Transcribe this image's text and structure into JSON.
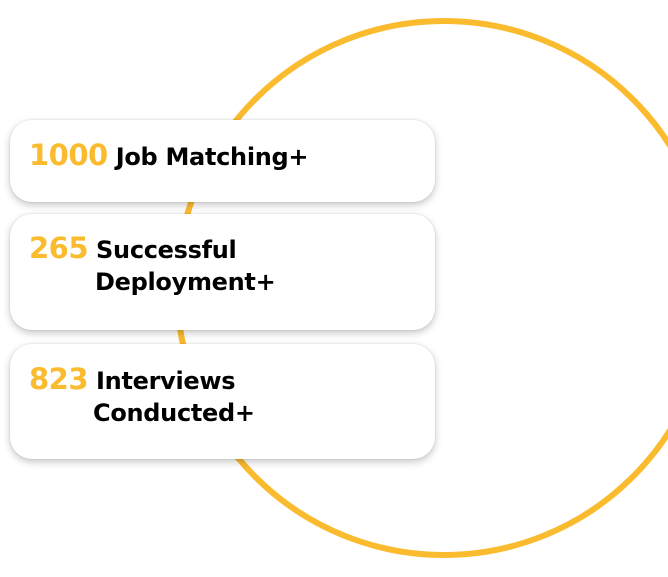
{
  "colors": {
    "accent": "#fbbb2f",
    "text": "#000000",
    "card_background": "#ffffff"
  },
  "stats": [
    {
      "number": "1000",
      "label_line_1": "Job Matching+",
      "label_line_2": ""
    },
    {
      "number": "265",
      "label_line_1": "Successful",
      "label_line_2": "Deployment+"
    },
    {
      "number": "823",
      "label_line_1": "Interviews",
      "label_line_2": "Conducted+"
    }
  ]
}
